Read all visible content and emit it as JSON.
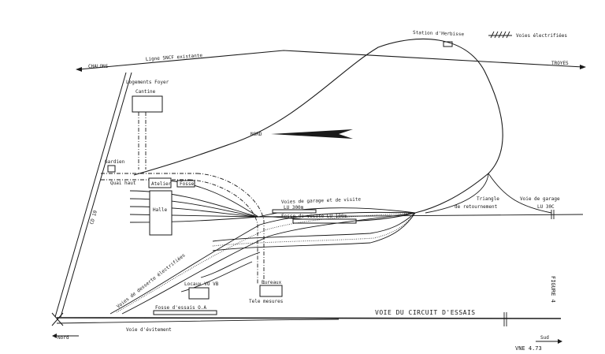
{
  "figure": {
    "ref": "VNE 4.73",
    "number": "FIGURE 4"
  },
  "legend": {
    "label": "Voies électrifiées"
  },
  "labels": {
    "station": "Station d'Herbisse",
    "chalons": "CHALONS",
    "troyes": "TROYES",
    "ligne": "Ligne  SNCF  existante",
    "logements_1": "Logements Foyer",
    "logements_2": "Cantine",
    "nord_arrow": "NORD",
    "gardien": "Gardien",
    "quai": "Quai haut",
    "atelier": "Atelier",
    "fosse": "Fosse",
    "halle": "Halle",
    "voies_garage": "Voies de garage et de visite",
    "lu300": "LU  300m",
    "fosse_visite": "Fosse de visite  LU 100m",
    "triangle_1": "Triangle",
    "triangle_2": "de retournement",
    "voie_garage_2": "Voie de garage",
    "lu30c": "LU  30C",
    "route": "CD 10",
    "desserte": "Voies  de  desserte  électrifiées",
    "locaux": "Locaux VO VB",
    "fosse_essais": "Fosse d'essais O.A",
    "bureaux": "Bureaux",
    "tele": "Tele mesures",
    "circuit": "VOIE  DU  CIRCUIT  D'ESSAIS",
    "evitement": "Voie d'évitement",
    "nord_bottom": "Nord",
    "sud_bottom": "Sud"
  }
}
